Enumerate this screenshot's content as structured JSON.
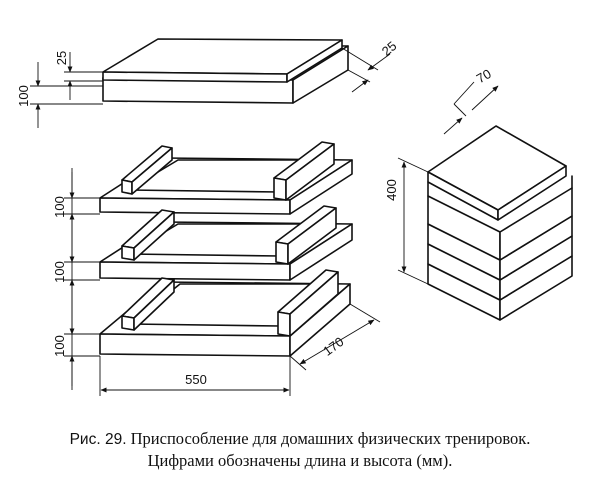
{
  "figure": {
    "dimensions": {
      "top_board_thickness": "25",
      "top_board_height": "100",
      "top_board_side_thickness": "25",
      "frame1_height": "100",
      "frame2_height": "100",
      "frame3_height": "100",
      "length": "550",
      "width": "170",
      "stack_height": "400",
      "stack_top_thickness": "70"
    }
  },
  "caption": {
    "label": "Рис. 29.",
    "line1": "Приспособление для домашних физических тренировок.",
    "line2": "Цифрами обозначены длина и высота (мм)."
  }
}
